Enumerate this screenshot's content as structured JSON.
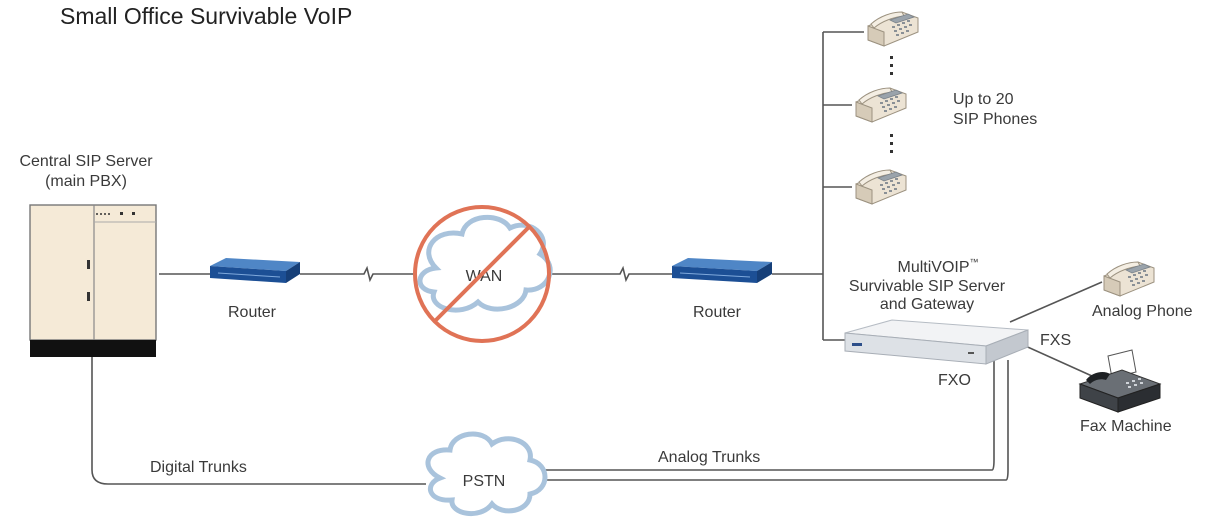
{
  "diagram": {
    "title": "Small Office Survivable VoIP",
    "central_server": {
      "line1": "Central SIP Server",
      "line2": "(main PBX)"
    },
    "router_left": "Router",
    "router_right": "Router",
    "wan": "WAN",
    "pstn": "PSTN",
    "sip_phones": {
      "line1": "Up to 20",
      "line2": "SIP Phones"
    },
    "multivoip": {
      "line1": "MultiVOIP",
      "trademark": "™",
      "line2": "Survivable SIP Server",
      "line3": "and Gateway"
    },
    "analog_phone": "Analog Phone",
    "fxs": "FXS",
    "fxo": "FXO",
    "fax_machine": "Fax Machine",
    "digital_trunks": "Digital Trunks",
    "analog_trunks": "Analog Trunks"
  }
}
